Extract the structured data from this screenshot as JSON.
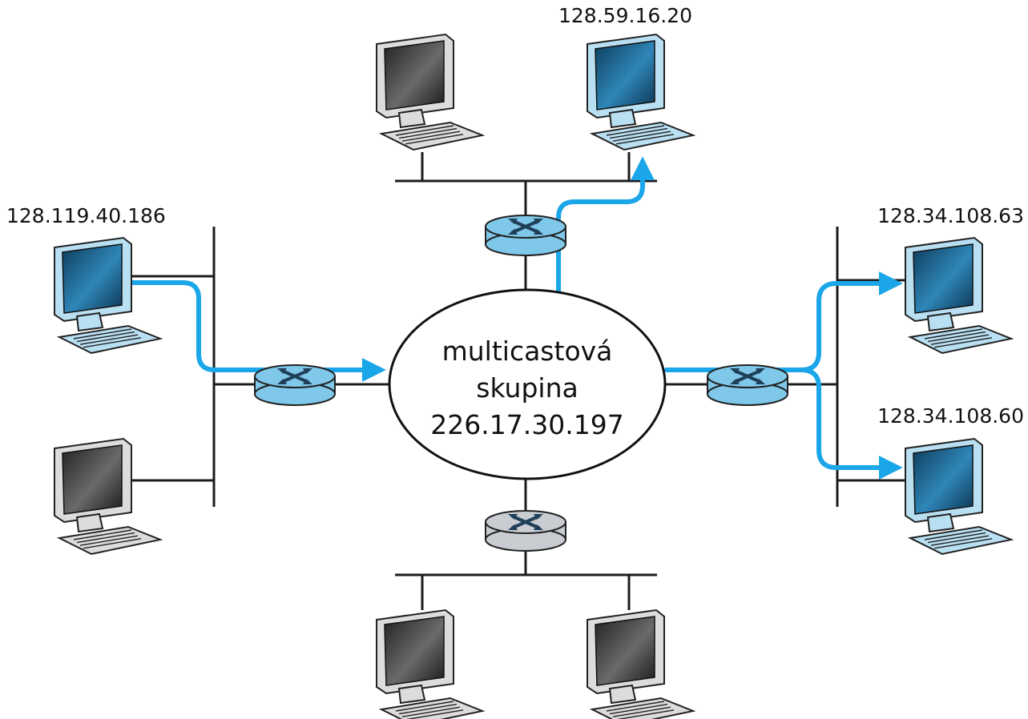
{
  "colors": {
    "flow": "#1aa6e8",
    "line": "#1c1c1c",
    "router_active": "#7fc8ea",
    "router_inactive": "#c9cdd2",
    "screen_active": "#1f6d9a",
    "screen_inactive": "#3a3a3a",
    "pc_active_body": "#b9dff2",
    "pc_inactive_body": "#dcdcdc"
  },
  "hosts": {
    "left_top": {
      "address": "128.119.40.186",
      "icon": "desktop-computer-icon",
      "active": true
    },
    "left_bottom": {
      "icon": "desktop-computer-icon",
      "active": false
    },
    "top_left": {
      "icon": "desktop-computer-icon",
      "active": false
    },
    "top_right": {
      "address": "128.59.16.20",
      "icon": "desktop-computer-icon",
      "active": true
    },
    "right_top": {
      "address": "128.34.108.63",
      "icon": "desktop-computer-icon",
      "active": true
    },
    "right_bottom": {
      "address": "128.34.108.60",
      "icon": "desktop-computer-icon",
      "active": true
    },
    "bottom_left": {
      "icon": "desktop-computer-icon",
      "active": false
    },
    "bottom_right": {
      "icon": "desktop-computer-icon",
      "active": false
    }
  },
  "routers": {
    "left": {
      "icon": "router-icon",
      "active": true
    },
    "top": {
      "icon": "router-icon",
      "active": true
    },
    "right": {
      "icon": "router-icon",
      "active": true
    },
    "bottom": {
      "icon": "router-icon",
      "active": false
    }
  },
  "group": {
    "line1": "multicastová",
    "line2": "skupina",
    "line3": "226.17.30.197"
  }
}
